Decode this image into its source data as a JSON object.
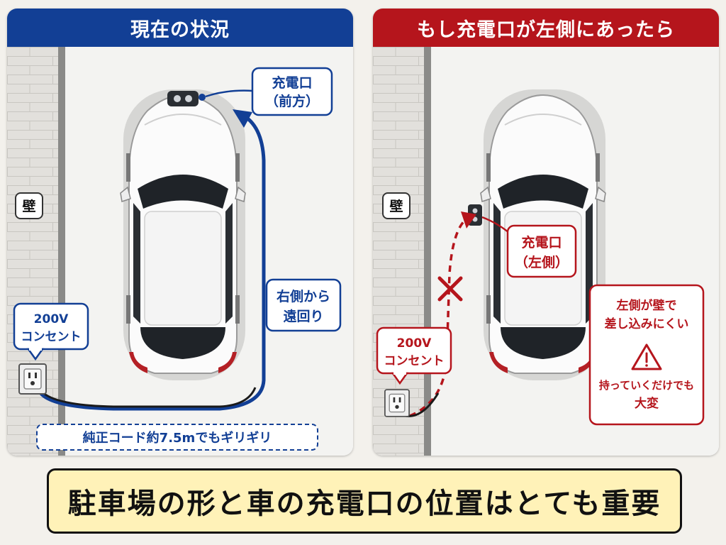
{
  "left": {
    "title": "現在の状況",
    "wall_label": "壁",
    "port_label_line1": "充電口",
    "port_label_line2": "（前方）",
    "route_label_line1": "右側から",
    "route_label_line2": "遠回り",
    "outlet_label_line1": "200V",
    "outlet_label_line2": "コンセント",
    "cord_note": "純正コード約7.5mでもギリギリ"
  },
  "right": {
    "title": "もし充電口が左側にあったら",
    "wall_label": "壁",
    "port_label_line1": "充電口",
    "port_label_line2": "（左側）",
    "outlet_label_line1": "200V",
    "outlet_label_line2": "コンセント",
    "warning_line1": "左側が壁で",
    "warning_line2": "差し込みにくい",
    "warning_line3": "持っていくだけでも",
    "warning_line4": "大変"
  },
  "banner": "駐車場の形と車の充電口の位置はとても重要",
  "colors": {
    "blue": "#123f95",
    "red": "#b5151c",
    "banner_bg": "#fff2b8"
  }
}
